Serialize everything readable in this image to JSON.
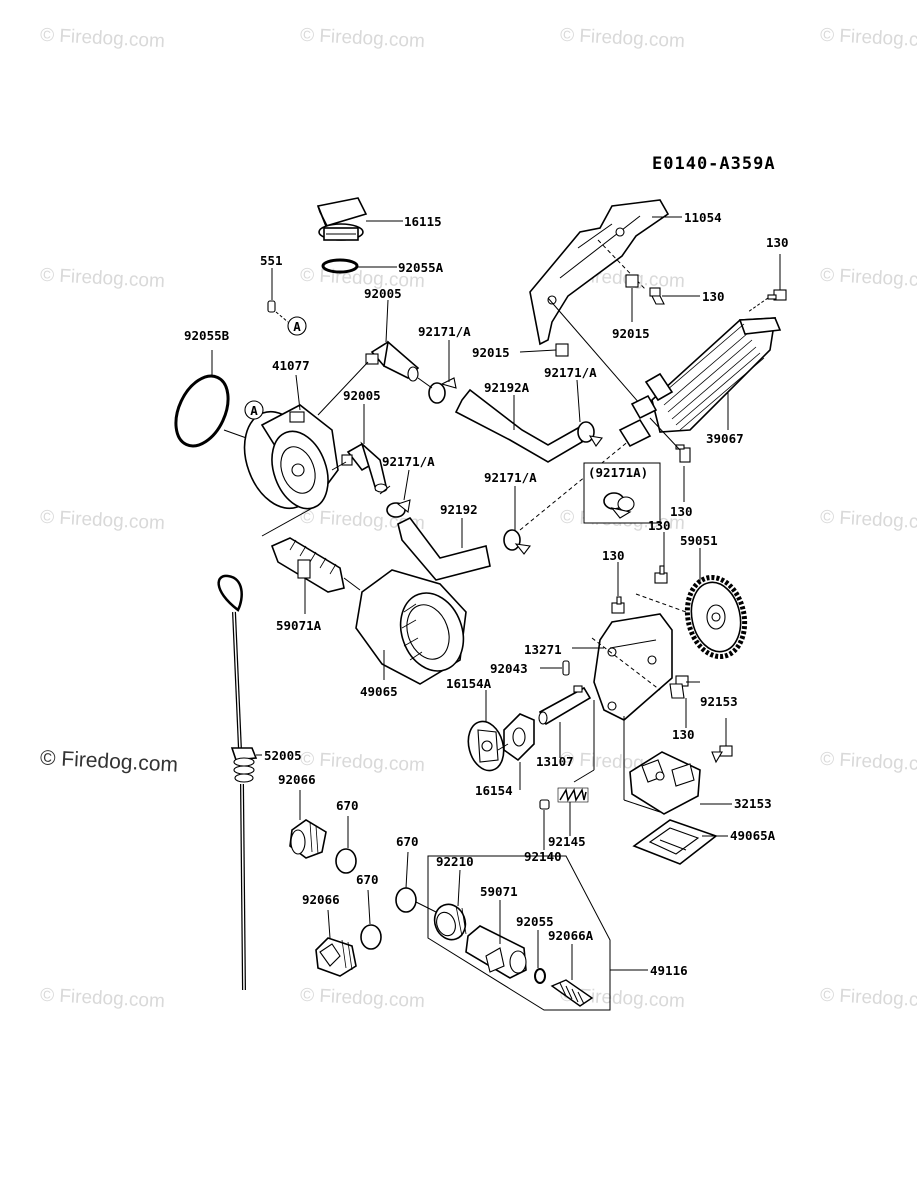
{
  "diagram_code": "E0140-A359A",
  "watermark_text": "© Firedog.com",
  "parts": [
    {
      "id": "p16115",
      "label": "16115"
    },
    {
      "id": "p92055A",
      "label": "92055A"
    },
    {
      "id": "p551",
      "label": "551"
    },
    {
      "id": "p92005a",
      "label": "92005"
    },
    {
      "id": "p92055B",
      "label": "92055B"
    },
    {
      "id": "p41077",
      "label": "41077"
    },
    {
      "id": "p92005b",
      "label": "92005"
    },
    {
      "id": "p92171Aa",
      "label": "92171/A"
    },
    {
      "id": "p92192A",
      "label": "92192A"
    },
    {
      "id": "p92171Ab",
      "label": "92171/A"
    },
    {
      "id": "p92171Ac",
      "label": "92171/A"
    },
    {
      "id": "p92192",
      "label": "92192"
    },
    {
      "id": "p92171Ad",
      "label": "92171/A"
    },
    {
      "id": "p92171Abox",
      "label": "(92171A)"
    },
    {
      "id": "p11054",
      "label": "11054"
    },
    {
      "id": "p130a",
      "label": "130"
    },
    {
      "id": "p130b",
      "label": "130"
    },
    {
      "id": "p92015a",
      "label": "92015"
    },
    {
      "id": "p92015b",
      "label": "92015"
    },
    {
      "id": "p39067",
      "label": "39067"
    },
    {
      "id": "p130c",
      "label": "130"
    },
    {
      "id": "p130d",
      "label": "130"
    },
    {
      "id": "p59051",
      "label": "59051"
    },
    {
      "id": "p130e",
      "label": "130"
    },
    {
      "id": "p13271",
      "label": "13271"
    },
    {
      "id": "p92043",
      "label": "92043"
    },
    {
      "id": "p16154A",
      "label": "16154A"
    },
    {
      "id": "p92153",
      "label": "92153"
    },
    {
      "id": "p130f",
      "label": "130"
    },
    {
      "id": "p13107",
      "label": "13107"
    },
    {
      "id": "p16154",
      "label": "16154"
    },
    {
      "id": "p32153",
      "label": "32153"
    },
    {
      "id": "p49065A",
      "label": "49065A"
    },
    {
      "id": "p92145",
      "label": "92145"
    },
    {
      "id": "p92140",
      "label": "92140"
    },
    {
      "id": "p59071A",
      "label": "59071A"
    },
    {
      "id": "p49065",
      "label": "49065"
    },
    {
      "id": "p52005",
      "label": "52005"
    },
    {
      "id": "p92066a",
      "label": "92066"
    },
    {
      "id": "p670a",
      "label": "670"
    },
    {
      "id": "p670b",
      "label": "670"
    },
    {
      "id": "p670c",
      "label": "670"
    },
    {
      "id": "p92066b",
      "label": "92066"
    },
    {
      "id": "p92210",
      "label": "92210"
    },
    {
      "id": "p59071",
      "label": "59071"
    },
    {
      "id": "p92055",
      "label": "92055"
    },
    {
      "id": "p92066A",
      "label": "92066A"
    },
    {
      "id": "p49116",
      "label": "49116"
    }
  ],
  "ref_markers": [
    "A",
    "A"
  ]
}
